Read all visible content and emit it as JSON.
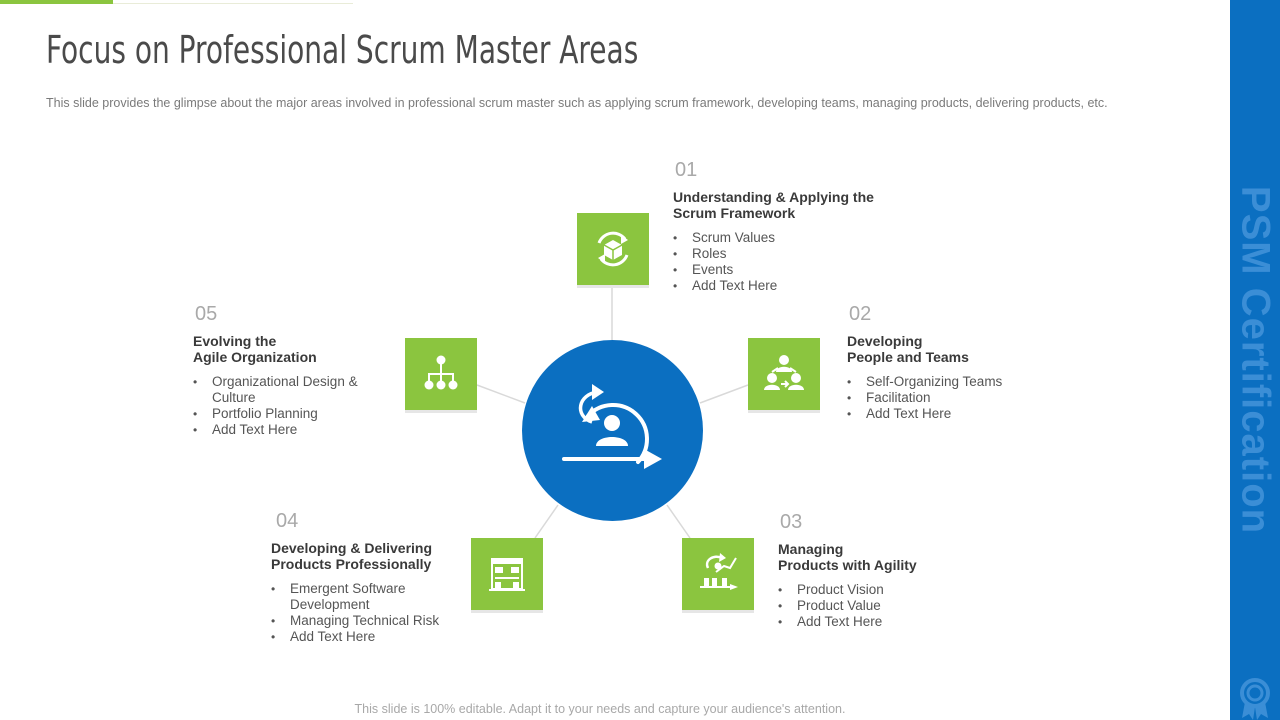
{
  "slide": {
    "title": "Focus on Professional Scrum Master Areas",
    "subtitle": "This slide provides  the glimpse about the major areas involved  in professional  scrum master such as applying scrum framework,  developing  teams, managing products, delivering  products, etc.",
    "footer": "This slide is 100% editable. Adapt it to your needs and capture your audience's attention.",
    "side_label": "PSM Certification"
  },
  "colors": {
    "accent_green": "#8bc53f",
    "brand_blue": "#0b6fc1",
    "side_text": "#3b8ed6"
  },
  "hub": {
    "icon": "scrum-cycle-person-icon"
  },
  "areas": [
    {
      "number": "01",
      "heading_line1": "Understanding & Applying the",
      "heading_line2": "Scrum Framework",
      "icon": "cube-cycle-icon",
      "bullets": [
        "Scrum Values",
        "Roles",
        "Events",
        "Add Text Here"
      ]
    },
    {
      "number": "02",
      "heading_line1": "Developing",
      "heading_line2": "People and Teams",
      "icon": "team-network-icon",
      "bullets": [
        "Self-Organizing  Teams",
        "Facilitation",
        "Add Text Here"
      ]
    },
    {
      "number": "03",
      "heading_line1": "Managing",
      "heading_line2": "Products with Agility",
      "icon": "presenter-growth-icon",
      "bullets": [
        "Product Vision",
        "Product Value",
        "Add Text Here"
      ]
    },
    {
      "number": "04",
      "heading_line1": "Developing & Delivering",
      "heading_line2": "Products Professionally",
      "icon": "storefront-icon",
      "bullets": [
        "Emergent  Software",
        "Development",
        "Managing Technical Risk",
        "Add Text Here"
      ]
    },
    {
      "number": "05",
      "heading_line1": "Evolving the",
      "heading_line2": "Agile Organization",
      "icon": "org-chart-icon",
      "bullets": [
        "Organizational Design &",
        "Culture",
        "Portfolio Planning",
        "Add Text Here"
      ]
    }
  ]
}
